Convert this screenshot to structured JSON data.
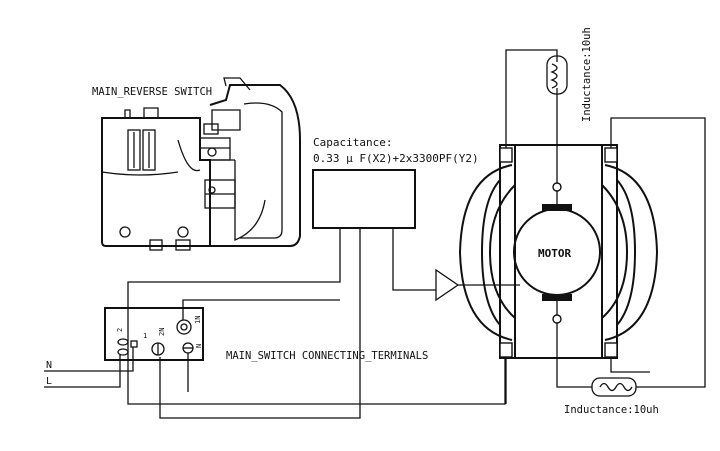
{
  "labels": {
    "switch_title": "MAIN_REVERSE SWITCH",
    "cap_title": "Capacitance:",
    "cap_value": "0.33 μ F(X2)+2x3300PF(Y2)",
    "terminals_title": "MAIN_SWITCH CONNECTING_TERMINALS",
    "motor": "MOTOR",
    "inductance_top": "Inductance:10uh",
    "inductance_bottom": "Inductance:10uh",
    "wire_n": "N",
    "wire_l": "L"
  },
  "terminal_marks": {
    "t1": "1",
    "t2": "2",
    "t1n": "1N",
    "t2n": "2N",
    "tn": "N"
  },
  "colors": {
    "line": "#111111",
    "background": "#ffffff"
  }
}
